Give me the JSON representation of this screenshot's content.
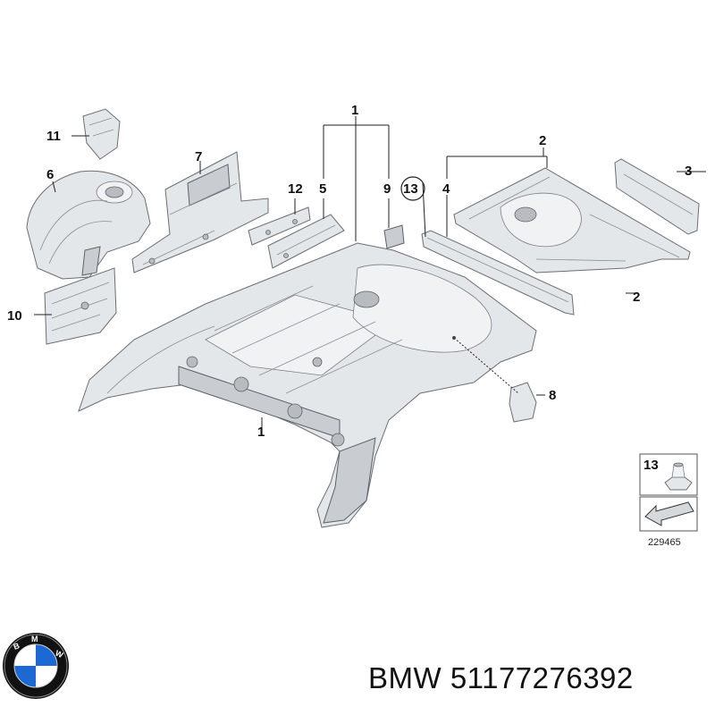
{
  "callouts": {
    "c1_top": "1",
    "c1_bottom": "1",
    "c2_top": "2",
    "c2_bottom": "2",
    "c3": "3",
    "c4": "4",
    "c5": "5",
    "c6": "6",
    "c7": "7",
    "c8": "8",
    "c9": "9",
    "c10": "10",
    "c11": "11",
    "c12": "12",
    "c13": "13"
  },
  "legend": {
    "item_number": "13",
    "reference": "229465"
  },
  "footer": {
    "brand": "BMW",
    "part_number": "51177276392"
  },
  "logo": {
    "lettering": "BMW"
  },
  "colors": {
    "sheet_metal": "#e4e7ea",
    "outline": "#6a6f74",
    "logo_blue": "#1c69d4",
    "logo_black": "#111111"
  }
}
